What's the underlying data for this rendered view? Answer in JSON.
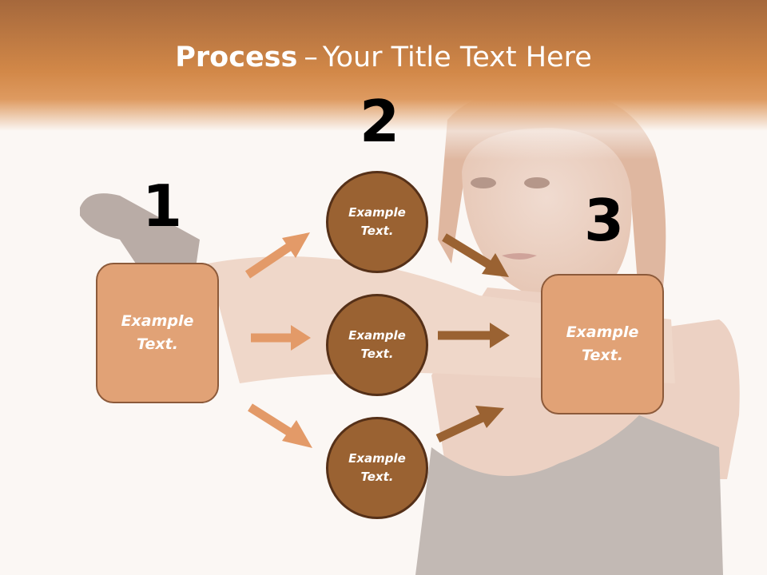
{
  "title": {
    "bold": "Process",
    "dash": "–",
    "rest": "Your Title Text Here"
  },
  "steps": {
    "step1_number": "1",
    "step2_number": "2",
    "step3_number": "3"
  },
  "box_left": {
    "line1": "Example",
    "line2": "Text."
  },
  "box_right": {
    "line1": "Example",
    "line2": "Text."
  },
  "circles": [
    {
      "line1": "Example",
      "line2": "Text."
    },
    {
      "line1": "Example",
      "line2": "Text."
    },
    {
      "line1": "Example",
      "line2": "Text."
    }
  ],
  "colors": {
    "header": "#d28848",
    "box_fill": "#e1a276",
    "circle_fill": "#9a6232",
    "arrow_light": "#e39a68",
    "arrow_dark": "#9a6232"
  }
}
